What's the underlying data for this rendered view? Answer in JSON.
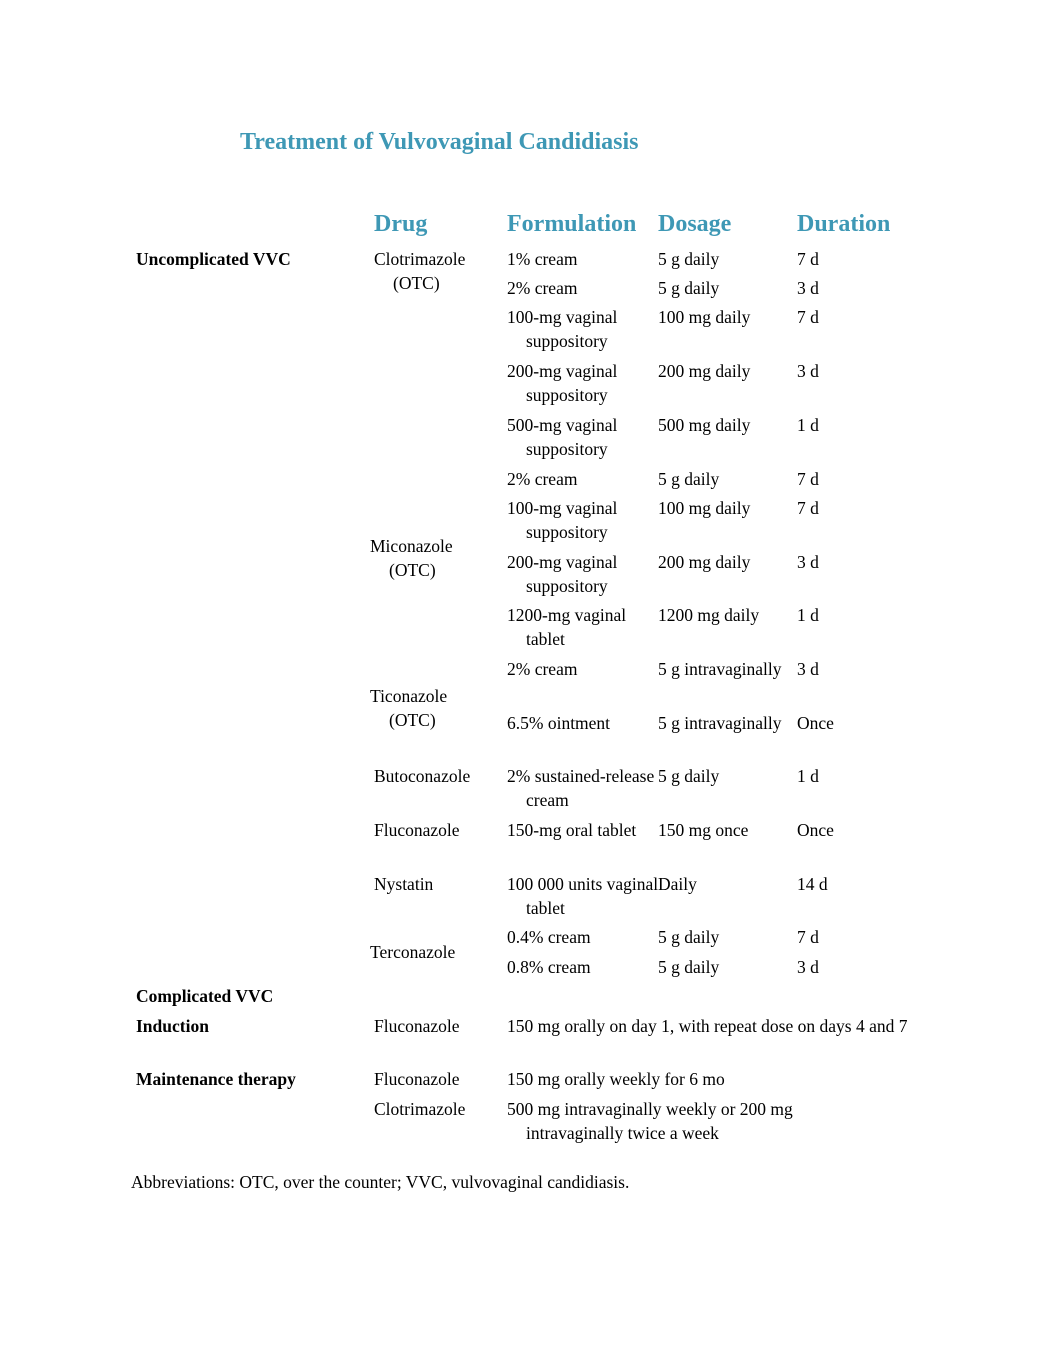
{
  "title": "Treatment of Vulvovaginal Candidiasis",
  "accent_color": "#3e98b5",
  "headers": {
    "drug": "Drug",
    "formulation": "Formulation",
    "dosage": "Dosage",
    "duration": "Duration"
  },
  "sections": {
    "uncomplicated": "Uncomplicated VVC",
    "complicated": "Complicated VVC",
    "induction": "Induction",
    "maintenance": "Maintenance therapy"
  },
  "drugs": {
    "clotrimazole": "Clotrimazole (OTC)",
    "miconazole": "Miconazole (OTC)",
    "ticonazole": "Ticonazole (OTC)",
    "butoconazole": "Butoconazole",
    "fluconazole": "Fluconazole",
    "nystatin": "Nystatin",
    "terconazole": "Terconazole",
    "induction_drug": "Fluconazole",
    "maintenance_drug_1": "Fluconazole",
    "maintenance_drug_2": "Clotrimazole"
  },
  "rows": [
    {
      "formulation": "1% cream",
      "dosage": "5 g daily",
      "duration": "7 d"
    },
    {
      "formulation": "2% cream",
      "dosage": "5 g daily",
      "duration": "3 d"
    },
    {
      "formulation": "100-mg vaginal suppository",
      "dosage": "100 mg daily",
      "duration": "7 d"
    },
    {
      "formulation": "200-mg vaginal suppository",
      "dosage": "200 mg daily",
      "duration": "3 d"
    },
    {
      "formulation": "500-mg vaginal suppository",
      "dosage": "500 mg daily",
      "duration": "1 d"
    },
    {
      "formulation": "2% cream",
      "dosage": "5 g daily",
      "duration": "7 d"
    },
    {
      "formulation": "100-mg vaginal suppository",
      "dosage": "100 mg daily",
      "duration": "7 d"
    },
    {
      "formulation": "200-mg vaginal suppository",
      "dosage": "200 mg daily",
      "duration": "3 d"
    },
    {
      "formulation": "1200-mg vaginal tablet",
      "dosage": "1200 mg daily",
      "duration": "1 d"
    },
    {
      "formulation": "2% cream",
      "dosage": "5 g intravaginally",
      "duration": "3 d"
    },
    {
      "formulation": "6.5% ointment",
      "dosage": "5 g intravaginally",
      "duration": "Once"
    },
    {
      "formulation": "2% sustained-release cream",
      "dosage": "5 g daily",
      "duration": "1 d"
    },
    {
      "formulation": "150-mg oral tablet",
      "dosage": "150 mg once",
      "duration": "Once"
    },
    {
      "formulation": "100 000 units vaginal tablet",
      "dosage": "Daily",
      "duration": "14 d"
    },
    {
      "formulation": "0.4% cream",
      "dosage": "5 g daily",
      "duration": "7 d"
    },
    {
      "formulation": "0.8% cream",
      "dosage": "5 g daily",
      "duration": "3 d"
    }
  ],
  "complicated_regimens": {
    "induction": "150 mg orally on day 1, with repeat dose on days 4 and 7",
    "maintenance_1": "150 mg orally weekly for 6 mo",
    "maintenance_2": "500 mg intravaginally weekly or 200 mg intravaginally twice a week"
  },
  "footnote": "Abbreviations: OTC, over the counter; VVC, vulvovaginal candidiasis."
}
